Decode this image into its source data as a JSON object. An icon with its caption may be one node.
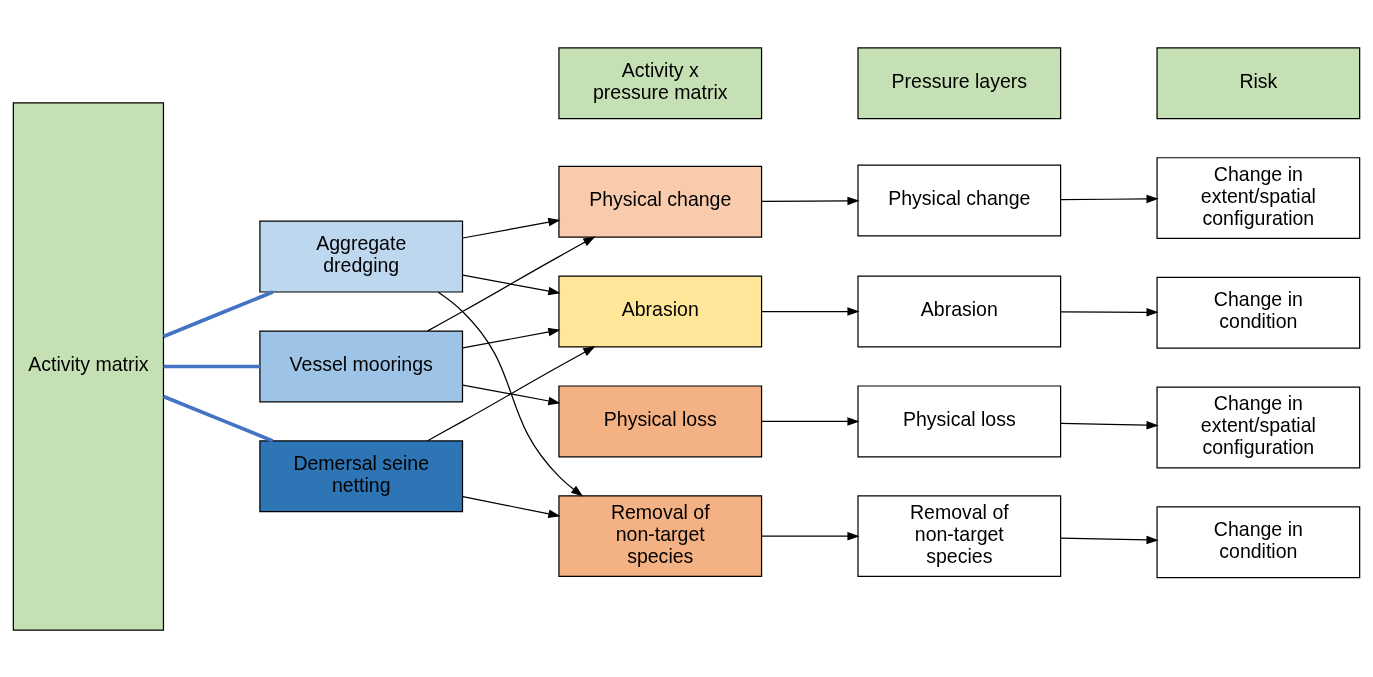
{
  "diagram": {
    "nodes": [
      {
        "text": [
          "Activity matrix"
        ]
      },
      {
        "text": [
          "Activity x pressure matrix"
        ]
      },
      {
        "text": [
          "Pressure layers"
        ]
      },
      {
        "text": [
          "Risk"
        ]
      },
      {
        "text": [
          "Aggregate dredging"
        ]
      },
      {
        "text": [
          "Vessel moorings"
        ]
      },
      {
        "text": [
          "Demersal seine netting"
        ]
      },
      {
        "text": [
          "Physical change"
        ]
      },
      {
        "text": [
          "Abrasion"
        ]
      },
      {
        "text": [
          "Physical loss"
        ]
      },
      {
        "text": [
          "Removal of non-target species"
        ]
      },
      {
        "text": [
          "Physical change"
        ]
      },
      {
        "text": [
          "Abrasion"
        ]
      },
      {
        "text": [
          "Physical loss"
        ]
      },
      {
        "text": [
          "Removal of non-target species"
        ]
      },
      {
        "text": [
          "Change in extent/spatial configuration"
        ]
      },
      {
        "text": [
          "Change in condition"
        ]
      },
      {
        "text": [
          "Change in extent/spatial configuration"
        ]
      },
      {
        "text": [
          "Change in condition"
        ]
      }
    ],
    "edges": [
      {
        "from": 0,
        "to": 4,
        "arrow": "none",
        "style": "thick",
        "color": "#4472c4"
      },
      {
        "from": 0,
        "to": 5,
        "arrow": "none",
        "style": "thick",
        "color": "#4472c4"
      },
      {
        "from": 0,
        "to": 6,
        "arrow": "none",
        "style": "thick",
        "color": "#4472c4"
      },
      {
        "from": 4,
        "to": 7,
        "arrow": "to"
      },
      {
        "from": 4,
        "to": 8,
        "arrow": "to"
      },
      {
        "from": 4,
        "to": 10,
        "arrow": "to"
      },
      {
        "from": 5,
        "to": 7,
        "arrow": "to"
      },
      {
        "from": 5,
        "to": 8,
        "arrow": "to"
      },
      {
        "from": 5,
        "to": 9,
        "arrow": "to"
      },
      {
        "from": 6,
        "to": 8,
        "arrow": "to"
      },
      {
        "from": 6,
        "to": 10,
        "arrow": "to"
      },
      {
        "from": 7,
        "to": 11,
        "arrow": "to"
      },
      {
        "from": 8,
        "to": 12,
        "arrow": "to"
      },
      {
        "from": 9,
        "to": 13,
        "arrow": "to"
      },
      {
        "from": 10,
        "to": 14,
        "arrow": "to"
      },
      {
        "from": 11,
        "to": 15,
        "arrow": "to"
      },
      {
        "from": 12,
        "to": 16,
        "arrow": "to"
      },
      {
        "from": 13,
        "to": 17,
        "arrow": "to"
      },
      {
        "from": 14,
        "to": 18,
        "arrow": "to"
      }
    ]
  }
}
